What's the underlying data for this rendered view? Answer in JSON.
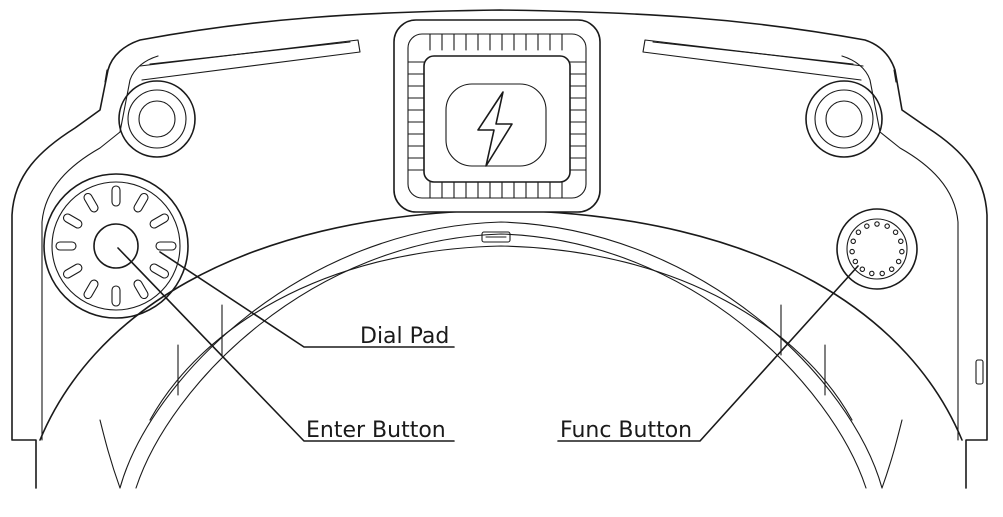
{
  "labels": {
    "dial_pad": "Dial Pad",
    "enter_button": "Enter Button",
    "func_button": "Func Button"
  },
  "icons": {
    "center": "lightning-bolt-icon"
  }
}
